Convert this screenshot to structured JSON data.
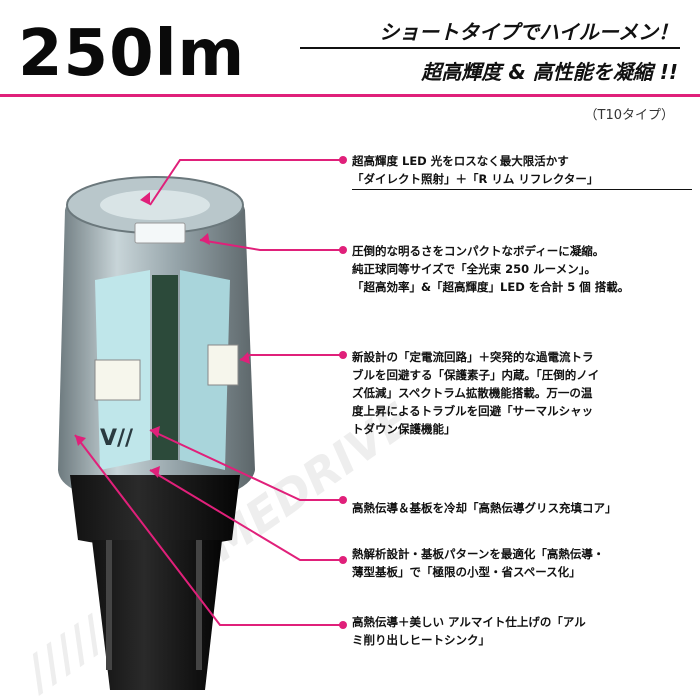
{
  "header": {
    "lumen": "250lm",
    "tagline_1": "ショートタイプでハイルーメン！",
    "tagline_2": "超高輝度 & 高性能を凝縮 !!",
    "type_label": "（T10タイプ）"
  },
  "annotations": [
    {
      "lines": [
        "超高輝度 LED 光をロスなく最大限活かす",
        "「ダイレクト照射」＋「R リム リフレクター」"
      ]
    },
    {
      "lines": [
        "圧倒的な明るさをコンパクトなボディーに凝縮。",
        "純正球同等サイズで「全光束 250 ルーメン」。",
        "「超高効率」&「超高輝度」LED を合計 5 個 搭載。"
      ]
    },
    {
      "lines": [
        "新設計の「定電流回路」＋突発的な過電流トラ",
        "ブルを回避する「保護素子」内蔵。「圧倒的ノイ",
        "ズ低減」スペクトラム拡散機能搭載。万一の温",
        "度上昇によるトラブルを回避「サーマルシャッ",
        "トダウン保護機能」"
      ]
    },
    {
      "lines": [
        "高熱伝導＆基板を冷却「高熱伝導グリス充填コア」"
      ]
    },
    {
      "lines": [
        "熱解析設計・基板パターンを最適化「高熱伝導・",
        "薄型基板」で「極限の小型・省スペース化」"
      ]
    },
    {
      "lines": [
        "高熱伝導＋美しい アルマイト仕上げの「アル",
        "ミ削り出しヒートシンク」"
      ]
    }
  ],
  "colors": {
    "accent": "#e0207a",
    "text": "#111111",
    "glass": "#9fb3b8",
    "led_board": "#bfe6ea"
  }
}
